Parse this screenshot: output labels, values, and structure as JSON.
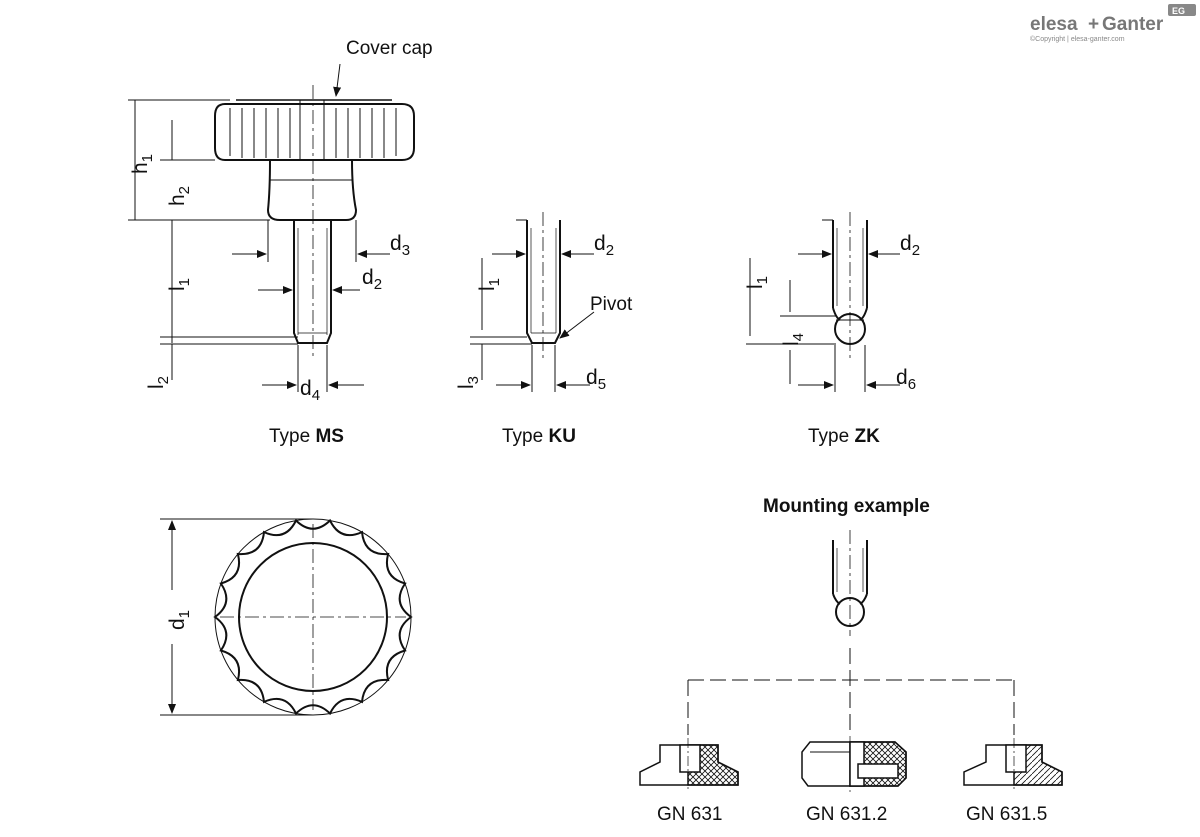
{
  "brand": {
    "logo_text_1": "elesa",
    "logo_text_2": "Ganter",
    "corner_badge": "EG",
    "copyright": "©Copyright | elesa-ganter.com"
  },
  "labels": {
    "cover_cap": "Cover cap",
    "pivot": "Pivot"
  },
  "dimensions": {
    "h1": {
      "base": "h",
      "sub": "1"
    },
    "h2": {
      "base": "h",
      "sub": "2"
    },
    "l1": {
      "base": "l",
      "sub": "1"
    },
    "l2": {
      "base": "l",
      "sub": "2"
    },
    "l3": {
      "base": "l",
      "sub": "3"
    },
    "l4": {
      "base": "l",
      "sub": "4"
    },
    "d1": {
      "base": "d",
      "sub": "1"
    },
    "d2": {
      "base": "d",
      "sub": "2"
    },
    "d3": {
      "base": "d",
      "sub": "3"
    },
    "d4": {
      "base": "d",
      "sub": "4"
    },
    "d5": {
      "base": "d",
      "sub": "5"
    },
    "d6": {
      "base": "d",
      "sub": "6"
    }
  },
  "types": [
    {
      "prefix": "Type ",
      "code": "MS"
    },
    {
      "prefix": "Type ",
      "code": "KU"
    },
    {
      "prefix": "Type ",
      "code": "ZK"
    }
  ],
  "mounting": {
    "title": "Mounting example",
    "parts": [
      "GN 631",
      "GN 631.2",
      "GN 631.5"
    ]
  }
}
